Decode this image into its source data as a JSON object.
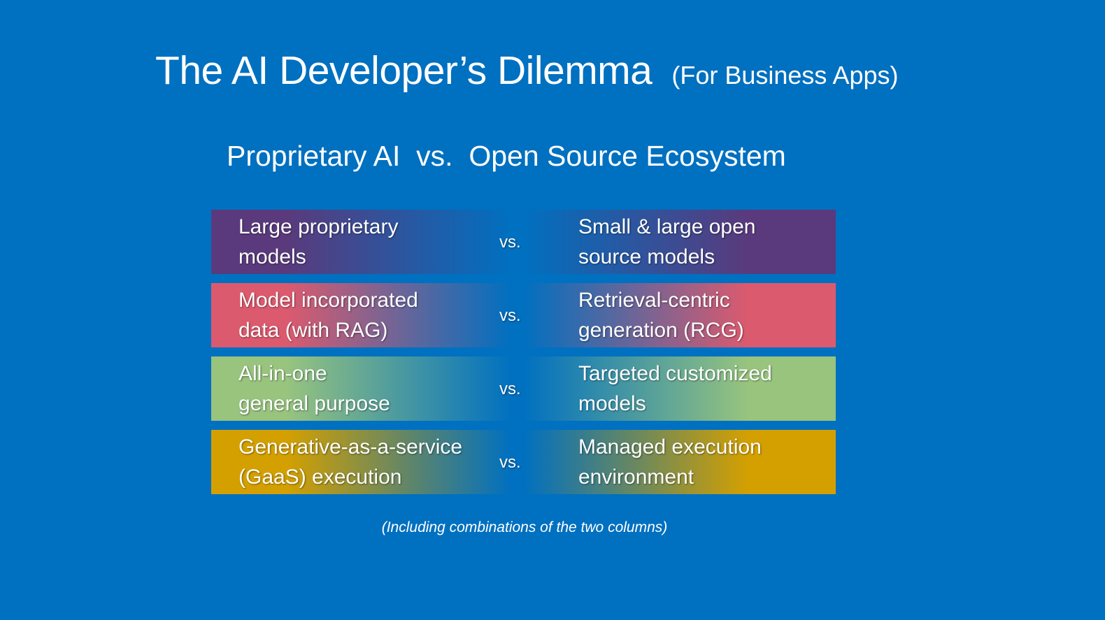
{
  "title": {
    "main": "The AI Developer’s Dilemma",
    "sub": "(For Business Apps)"
  },
  "subtitle": "Proprietary AI  vs.  Open Source Ecosystem",
  "colors": {
    "background": "#0070C0",
    "purple": "#5A3A7C",
    "pink": "#DC5A6E",
    "green": "#98C47E",
    "gold": "#D4A000"
  },
  "rows": [
    {
      "left": [
        "Large proprietary",
        "models"
      ],
      "vs": "vs.",
      "right": [
        "Small & large open",
        "source models"
      ],
      "color": "#5A3A7C"
    },
    {
      "left": [
        "Model incorporated",
        "data (with RAG)"
      ],
      "vs": "vs.",
      "right": [
        "Retrieval-centric",
        "generation (RCG)"
      ],
      "color": "#DC5A6E"
    },
    {
      "left": [
        "All-in-one",
        "general purpose"
      ],
      "vs": "vs.",
      "right": [
        "Targeted customized",
        "models"
      ],
      "color": "#98C47E"
    },
    {
      "left": [
        "Generative-as-a-service",
        "(GaaS) execution"
      ],
      "vs": "vs.",
      "right": [
        "Managed execution",
        "environment"
      ],
      "color": "#D4A000"
    }
  ],
  "footnote": "(Including combinations of the two columns)"
}
